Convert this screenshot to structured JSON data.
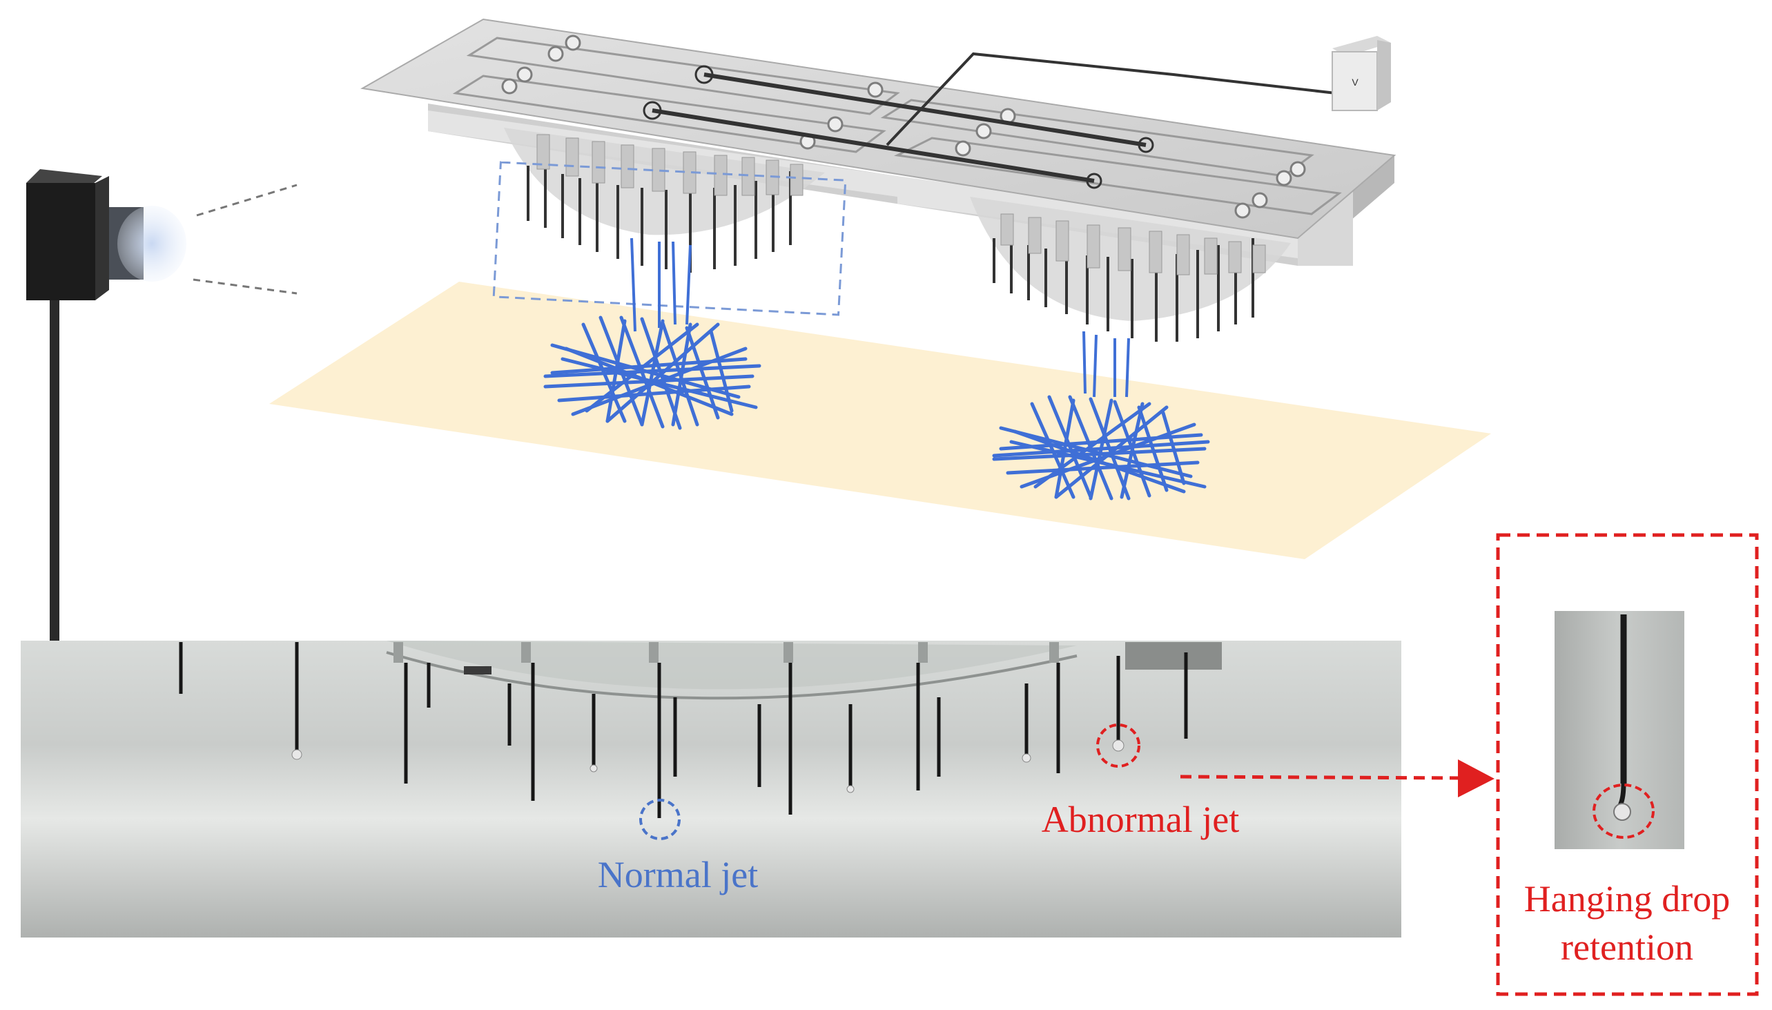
{
  "labels": {
    "normal_jet": "Normal jet",
    "abnormal_jet": "Abnormal jet",
    "hanging_drop_line1": "Hanging drop",
    "hanging_drop_line2": "retention",
    "power_supply_mark": "V"
  },
  "colors": {
    "normal": "#4a74c9",
    "abnormal": "#e02020",
    "fiber": "#3f6fd6",
    "collector": "#fdf0d2",
    "plate": "#d9d9d9"
  }
}
